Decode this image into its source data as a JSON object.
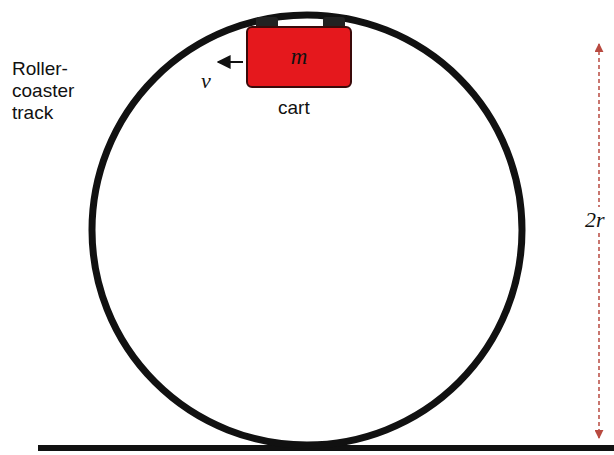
{
  "diagram": {
    "nodes": [
      {
        "text": [
          "m"
        ]
      }
    ],
    "labels": [
      "Roller- coaster track",
      "v",
      "cart",
      "2r"
    ]
  }
}
